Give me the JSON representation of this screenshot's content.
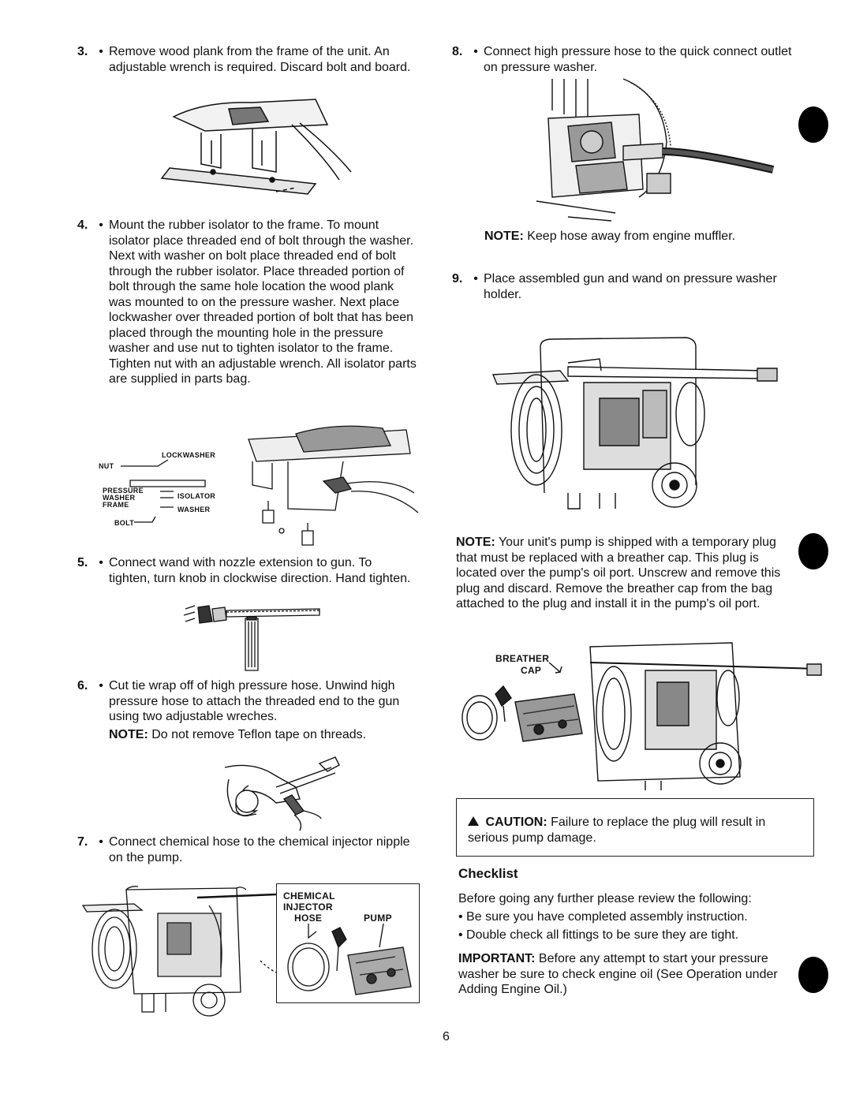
{
  "left_column": {
    "step3": {
      "number": "3.",
      "text": "Remove wood plank from the frame of the unit. An adjustable wrench is required. Discard bolt and board."
    },
    "step4": {
      "number": "4.",
      "text": "Mount the rubber isolator to the frame. To mount isolator place threaded end of bolt through the washer. Next with washer on bolt place threaded end of bolt through the rubber isolator. Place threaded portion of bolt through the same hole location the wood plank was mounted to on the pressure washer. Next place lockwasher over threaded portion of bolt that has been placed through the mounting hole in the pressure washer and use nut to tighten isolator to the frame. Tighten nut with an adjustable wrench. All isolator parts are supplied in parts bag.",
      "labels": {
        "lockwasher": "LOCKWASHER",
        "nut": "NUT",
        "pressure_washer_frame_1": "PRESSURE",
        "pressure_washer_frame_2": "WASHER",
        "pressure_washer_frame_3": "FRAME",
        "isolator": "ISOLATOR",
        "washer": "WASHER",
        "bolt": "BOLT"
      }
    },
    "step5": {
      "number": "5.",
      "text": "Connect wand with nozzle extension to gun. To tighten, turn knob in clockwise direction. Hand tighten."
    },
    "step6": {
      "number": "6.",
      "text": "Cut tie wrap off of high pressure hose. Unwind high pressure hose to attach the threaded end to the gun using two adjustable wreches.",
      "note_label": "NOTE:",
      "note_text": "Do not remove Teflon tape on threads."
    },
    "step7": {
      "number": "7.",
      "text": "Connect chemical hose to the chemical injector nipple on the pump.",
      "labels": {
        "chemical": "CHEMICAL",
        "injector": "INJECTOR",
        "hose": "HOSE",
        "pump": "PUMP"
      }
    }
  },
  "right_column": {
    "step8": {
      "number": "8.",
      "text": "Connect high pressure hose to the quick connect outlet on pressure washer.",
      "note_label": "NOTE:",
      "note_text": "Keep hose away from engine muffler."
    },
    "step9": {
      "number": "9.",
      "text": "Place assembled gun and wand on pressure washer holder."
    },
    "pump_note": {
      "label": "NOTE:",
      "text": "Your unit's pump is shipped with a temporary plug that must be replaced with a breather cap. This plug is located over the pump's oil port. Unscrew and remove this plug and discard. Remove the breather cap from the bag attached to the plug and install it in the pump's oil port.",
      "labels": {
        "breather": "BREATHER",
        "cap": "CAP"
      }
    },
    "caution": {
      "icon": "warning-triangle-icon",
      "label": "CAUTION:",
      "text": "Failure to replace the plug will result in serious pump damage."
    },
    "checklist": {
      "heading": "Checklist",
      "intro": "Before going any further please review the following:",
      "items": [
        "Be sure you have completed assembly instruction.",
        "Double check all fittings to be sure they are tight."
      ],
      "important_label": "IMPORTANT:",
      "important_text": "Before any attempt to start your pressure washer be sure to check engine oil (See Operation under Adding Engine Oil.)"
    }
  },
  "footer": {
    "page_number": "6"
  },
  "colors": {
    "ink": "#111111",
    "paper": "#ffffff"
  }
}
